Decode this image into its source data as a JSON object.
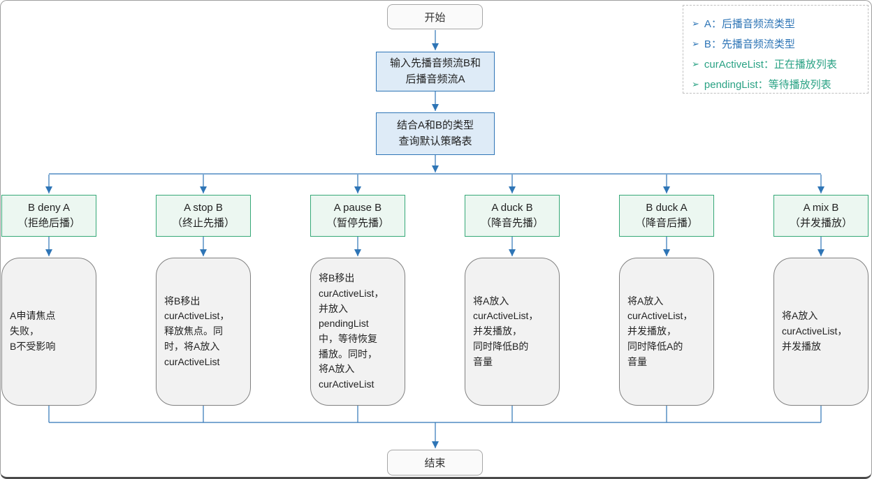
{
  "colors": {
    "line_blue": "#2E75B6",
    "process_fill": "#DEEBF7",
    "process_border": "#2E75B6",
    "policy_fill": "#ECF7F1",
    "policy_border": "#35A877",
    "result_fill": "#F2F2F2",
    "result_border": "#808080",
    "terminal_fill": "#FAFAFA",
    "terminal_border": "#A6A6A6",
    "legend_blue": "#2E75B6",
    "legend_teal": "#2AA284"
  },
  "flow": {
    "start_label": "开始",
    "end_label": "结束",
    "input_step": "输入先播音频流B和\n后播音频流A",
    "query_step": "结合A和B的类型\n查询默认策略表"
  },
  "branches": [
    {
      "policy": "B deny A",
      "policy_zh": "（拒绝后播）",
      "result": "A申请焦点\n失败，\nB不受影响"
    },
    {
      "policy": "A stop B",
      "policy_zh": "（终止先播）",
      "result": "将B移出\ncurActiveList，\n释放焦点。同\n时，将A放入\ncurActiveList"
    },
    {
      "policy": "A pause B",
      "policy_zh": "（暂停先播）",
      "result": "将B移出\ncurActiveList，\n并放入\npendingList\n中，等待恢复\n播放。同时，\n将A放入\ncurActiveList"
    },
    {
      "policy": "A duck B",
      "policy_zh": "（降音先播）",
      "result": "将A放入\ncurActiveList，\n并发播放，\n同时降低B的\n音量"
    },
    {
      "policy": "B duck A",
      "policy_zh": "（降音后播）",
      "result": "将A放入\ncurActiveList，\n并发播放，\n同时降低A的\n音量"
    },
    {
      "policy": "A mix B",
      "policy_zh": "（并发播放）",
      "result": "将A放入\ncurActiveList，\n并发播放"
    }
  ],
  "legend": {
    "items": [
      {
        "bullet": "➢",
        "text": "A：后播音频流类型"
      },
      {
        "bullet": "➢",
        "text": "B：先播音频流类型"
      },
      {
        "bullet": "➢",
        "text": "curActiveList：正在播放列表"
      },
      {
        "bullet": "➢",
        "text": "pendingList：等待播放列表"
      }
    ]
  }
}
